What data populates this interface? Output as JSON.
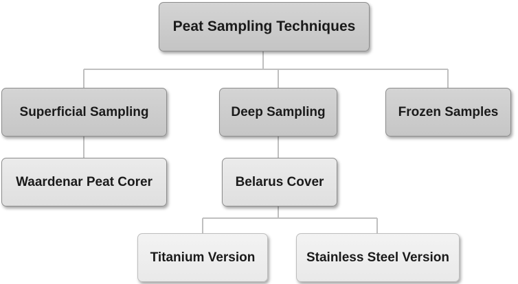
{
  "diagram": {
    "root": "Peat Sampling Techniques",
    "categories": {
      "superficial": "Superficial Sampling",
      "deep": "Deep Sampling",
      "frozen": "Frozen Samples"
    },
    "methods": {
      "waardenar": "Waardenar Peat Corer",
      "belarus": "Belarus Cover"
    },
    "versions": {
      "titanium": "Titanium Version",
      "stainless": "Stainless Steel Version"
    }
  }
}
